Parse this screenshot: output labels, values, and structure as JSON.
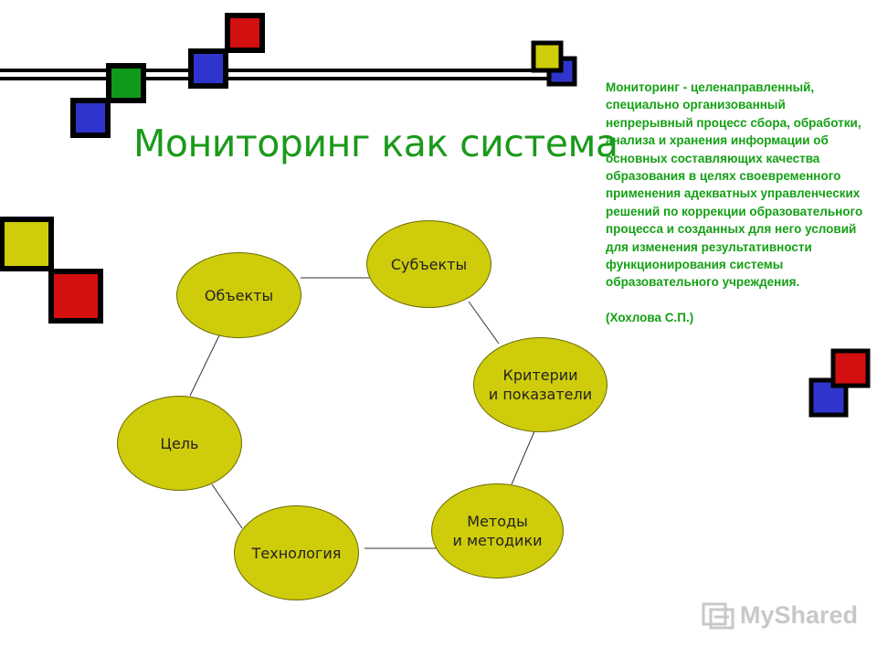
{
  "title": "Мониторинг как система",
  "definition": "Мониторинг - целенаправленный, специально организованный непрерывный процесс сбора, обработки, анализа и хранения информации об основных составляющих качества образования в целях своевременного применения адекватных управленческих решений по коррекции образовательного процесса и созданных для него условий для изменения результативности функционирования системы образовательного учреждения.",
  "author": "(Хохлова С.П.)",
  "nodes": {
    "objects": "Объекты",
    "subjects": "Субъекты",
    "criteria": "Критерии\nи показатели",
    "goal": "Цель",
    "methods": "Методы\nи методики",
    "technology": "Технология"
  },
  "watermark": "MyShared",
  "colors": {
    "node_fill": "#cfcc0b",
    "title": "#1a9a1a",
    "square_red": "#d40f0f",
    "square_blue": "#2f35cc",
    "square_green": "#0f9a1a",
    "square_yellow": "#cfcc0b"
  }
}
